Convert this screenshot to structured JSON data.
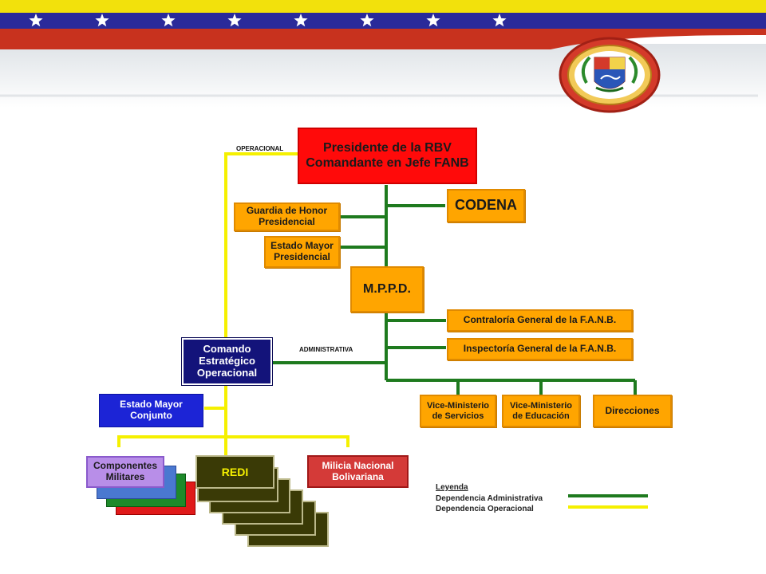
{
  "header": {
    "colors": {
      "yellow": "#f2e10c",
      "blue": "#2a2a9a",
      "red": "#c8321e"
    },
    "star_count": 8,
    "seal_icon": "coat-of-arms-seal"
  },
  "nodes": {
    "president": "Presidente de la RBV\nComandante en Jefe FANB",
    "codena": "CODENA",
    "guardia": "Guardia de Honor\nPresidencial",
    "estado_mayor_pres": "Estado Mayor\nPresidencial",
    "mppd": "M.P.P.D.",
    "contraloria": "Contraloría General de la F.A.N.B.",
    "inspectoria": "Inspectoría General de la F.A.N.B.",
    "ceo": "Comando\nEstratégico\nOperacional",
    "vice_servicios": "Vice-Ministerio\nde Servicios",
    "vice_educacion": "Vice-Ministerio\nde Educación",
    "direcciones": "Direcciones",
    "estado_mayor_conj": "Estado Mayor\nConjunto",
    "componentes": "Componentes\nMilitares",
    "redi": "REDI",
    "milicia": "Milicia Nacional\nBolivariana"
  },
  "labels": {
    "operacional": "OPERACIONAL",
    "administrativa": "ADMINISTRATIVA"
  },
  "legend": {
    "title": "Leyenda",
    "administrativa": "Dependencia Administrativa",
    "operacional": "Dependencia Operacional"
  },
  "colors": {
    "admin_line": "#1e7a1e",
    "oper_line": "#f5f000",
    "orange": "#ffa500",
    "navy": "#13137a",
    "red": "#ff0a0a",
    "redi": "#3a3a06"
  }
}
